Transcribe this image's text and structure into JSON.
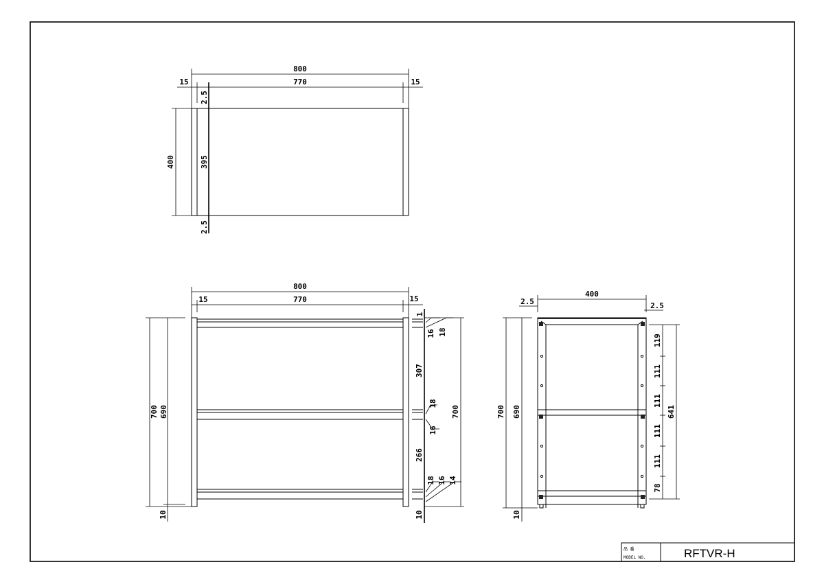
{
  "title_block": {
    "label_jp": "品 番",
    "label_en": "MODEL NO.",
    "model": "RFTVR-H"
  },
  "top_view": {
    "overall_width": "800",
    "inner_width": "770",
    "side_left": "15",
    "side_right": "15",
    "depth": "400",
    "inner_depth": "395",
    "offset_top": "2.5",
    "offset_bottom": "2.5"
  },
  "front_view": {
    "overall_width": "800",
    "inner_width": "770",
    "side_left": "15",
    "side_right": "15",
    "height": "700",
    "post_height": "690",
    "foot": "10",
    "right_dims": {
      "top_gap": "1",
      "top_a": "16",
      "top_b": "18",
      "upper_space": "307",
      "mid_a": "18",
      "mid_b": "16",
      "lower_space": "266",
      "bot_a": "18",
      "bot_b": "16",
      "bot_c": "14",
      "foot": "10",
      "overall": "700"
    }
  },
  "side_view": {
    "depth": "400",
    "offset_left": "2.5",
    "offset_right": "2.5",
    "height": "700",
    "post_height": "690",
    "foot": "10",
    "pitch": [
      "119",
      "111",
      "111",
      "111",
      "111",
      "78"
    ],
    "pitch_total": "641"
  }
}
